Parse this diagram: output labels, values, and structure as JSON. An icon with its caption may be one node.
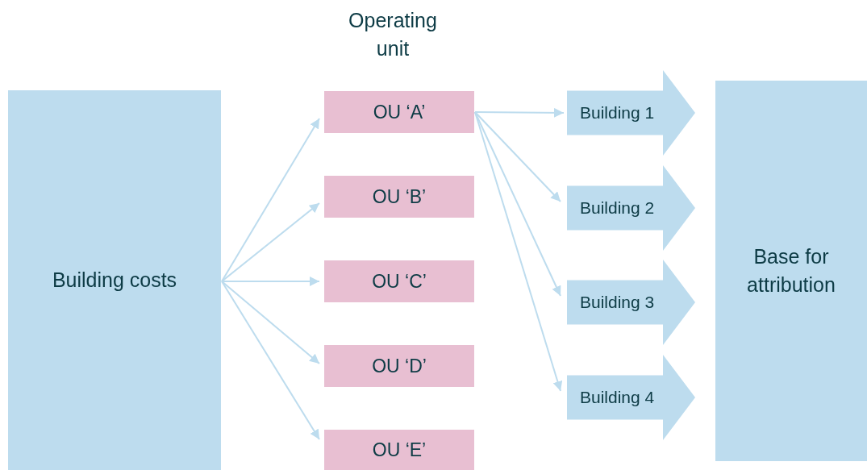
{
  "diagram": {
    "nodes": [
      {
        "text": [
          "Building costs"
        ]
      },
      {
        "text": [
          "OU ‘A’"
        ]
      },
      {
        "text": [
          "OU ‘B’"
        ]
      },
      {
        "text": [
          "OU ‘C’"
        ]
      },
      {
        "text": [
          "OU ‘D’"
        ]
      },
      {
        "text": [
          "OU ‘E’"
        ]
      },
      {
        "text": [
          "Building 1"
        ]
      },
      {
        "text": [
          "Building 2"
        ]
      },
      {
        "text": [
          "Building 3"
        ]
      },
      {
        "text": [
          "Building 4"
        ]
      },
      {
        "text": [
          "Base for attribution"
        ]
      }
    ],
    "edges": [
      {
        "from": 0,
        "to": 1,
        "arrow": "to"
      },
      {
        "from": 0,
        "to": 2,
        "arrow": "to"
      },
      {
        "from": 0,
        "to": 3,
        "arrow": "to"
      },
      {
        "from": 0,
        "to": 4,
        "arrow": "to"
      },
      {
        "from": 0,
        "to": 5,
        "arrow": "to"
      },
      {
        "from": 1,
        "to": 6,
        "arrow": "to"
      },
      {
        "from": 1,
        "to": 7,
        "arrow": "to"
      },
      {
        "from": 1,
        "to": 8,
        "arrow": "to"
      },
      {
        "from": 1,
        "to": 9,
        "arrow": "to"
      }
    ],
    "labels": [
      "Operating unit"
    ]
  }
}
